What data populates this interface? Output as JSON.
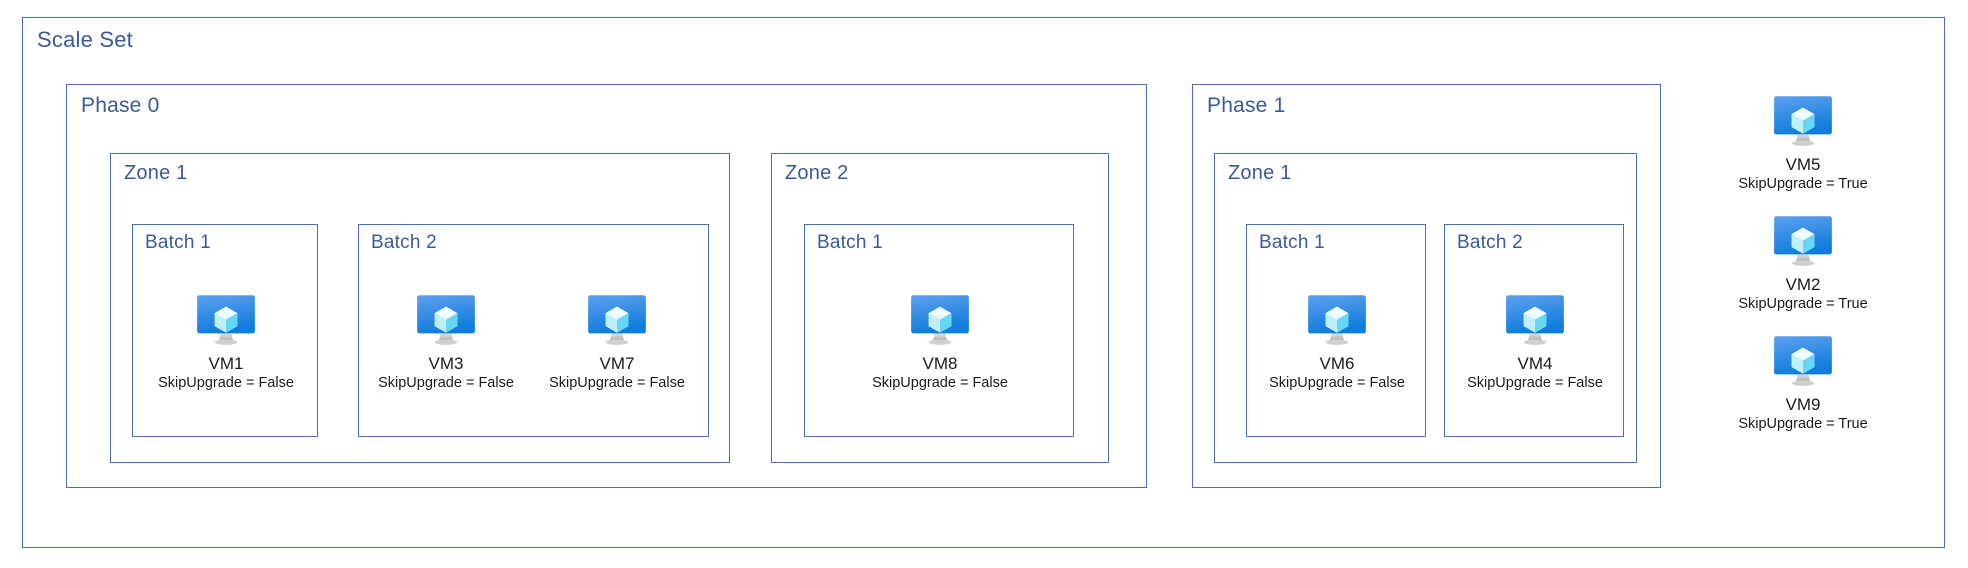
{
  "diagram": {
    "title": "Scale Set",
    "vm_icon_name": "azure-virtual-machine-icon",
    "accent_border": "#4a6fb5",
    "title_color": "#3a5a9a",
    "label_color": "#1a1a1a"
  },
  "phases": [
    {
      "label": "Phase 0",
      "zones": [
        {
          "label": "Zone 1",
          "batches": [
            {
              "label": "Batch 1",
              "vms": [
                {
                  "name": "VM1",
                  "property": "SkipUpgrade = False"
                }
              ]
            },
            {
              "label": "Batch 2",
              "vms": [
                {
                  "name": "VM3",
                  "property": "SkipUpgrade = False"
                },
                {
                  "name": "VM7",
                  "property": "SkipUpgrade = False"
                }
              ]
            }
          ]
        },
        {
          "label": "Zone 2",
          "batches": [
            {
              "label": "Batch 1",
              "vms": [
                {
                  "name": "VM8",
                  "property": "SkipUpgrade = False"
                }
              ]
            }
          ]
        }
      ]
    },
    {
      "label": "Phase 1",
      "zones": [
        {
          "label": "Zone 1",
          "batches": [
            {
              "label": "Batch 1",
              "vms": [
                {
                  "name": "VM6",
                  "property": "SkipUpgrade = False"
                }
              ]
            },
            {
              "label": "Batch 2",
              "vms": [
                {
                  "name": "VM4",
                  "property": "SkipUpgrade = False"
                }
              ]
            }
          ]
        }
      ]
    }
  ],
  "excluded_vms": [
    {
      "name": "VM5",
      "property": "SkipUpgrade = True"
    },
    {
      "name": "VM2",
      "property": "SkipUpgrade = True"
    },
    {
      "name": "VM9",
      "property": "SkipUpgrade = True"
    }
  ]
}
